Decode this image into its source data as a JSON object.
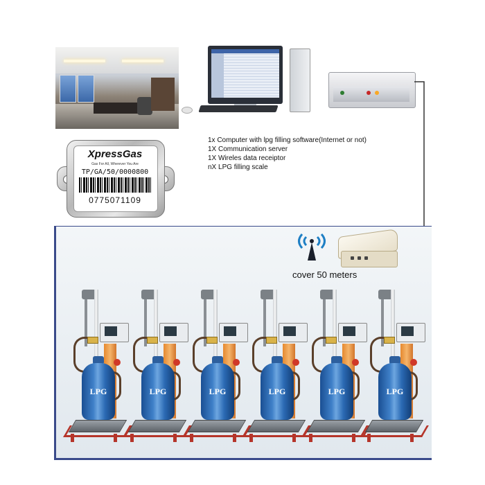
{
  "equipment": {
    "items": [
      "1x Computer with lpg filling software(Internet or not)",
      "1X Communication server",
      "1X Wireles data receiptor",
      "nX LPG filling scale"
    ]
  },
  "barcode_tag": {
    "brand": "XpressGas",
    "slogan": "Gas For All, Wherever You Are",
    "code": "TP/GA/50/0000800",
    "barcode_number": "0775071109"
  },
  "wireless": {
    "coverage_label": "cover 50 meters",
    "icon": "antenna-icon"
  },
  "scales": {
    "cylinder_label": "LPG",
    "count": 6
  },
  "colors": {
    "panel_border": "#3a4a8a",
    "cylinder": "#2b6ab4",
    "frame": "#b5352a",
    "accent_orange": "#e5892f",
    "signal_blue": "#1e7fc4"
  }
}
